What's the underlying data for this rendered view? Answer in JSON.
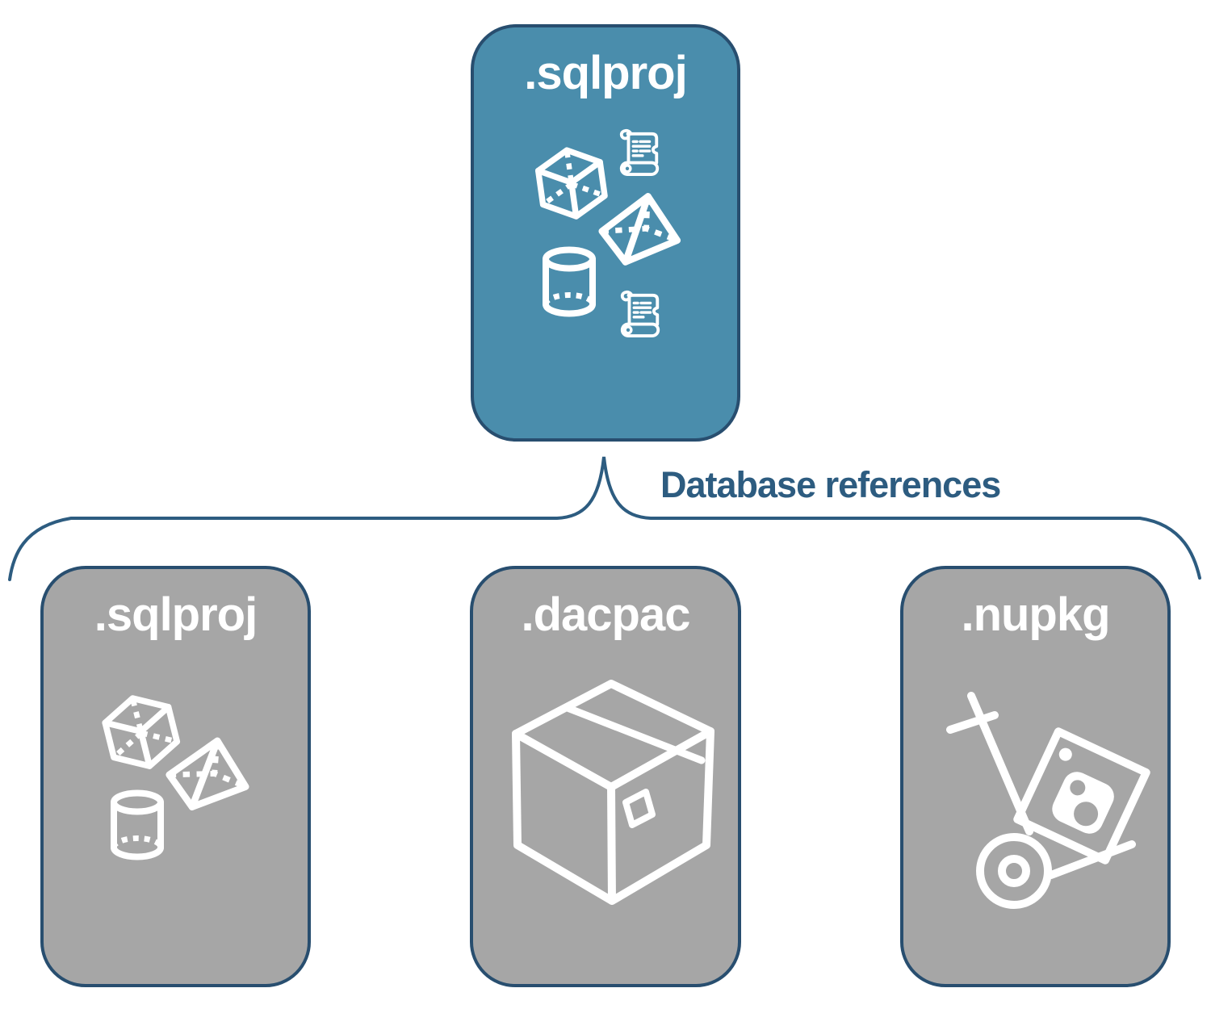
{
  "diagram": {
    "source_card": {
      "label": ".sqlproj",
      "icons": [
        "scroll-icon",
        "cube-icon",
        "pyramid-icon",
        "cylinder-icon",
        "scroll-icon"
      ]
    },
    "connector": {
      "label": "Database references"
    },
    "target_cards": [
      {
        "label": ".sqlproj",
        "icons": [
          "cube-icon",
          "pyramid-icon",
          "cylinder-icon"
        ]
      },
      {
        "label": ".dacpac",
        "icons": [
          "package-box-icon"
        ]
      },
      {
        "label": ".nupkg",
        "icons": [
          "hand-truck-package-icon"
        ]
      }
    ],
    "colors": {
      "background": "#ffffff",
      "source_card_fill": "#4a8dac",
      "target_card_fill": "#a6a6a6",
      "card_border": "#284e6f",
      "connector_line": "#2d5c80",
      "connector_label_text": "#2d5c80",
      "card_label_text": "#ffffff",
      "icon_stroke": "#ffffff"
    }
  }
}
